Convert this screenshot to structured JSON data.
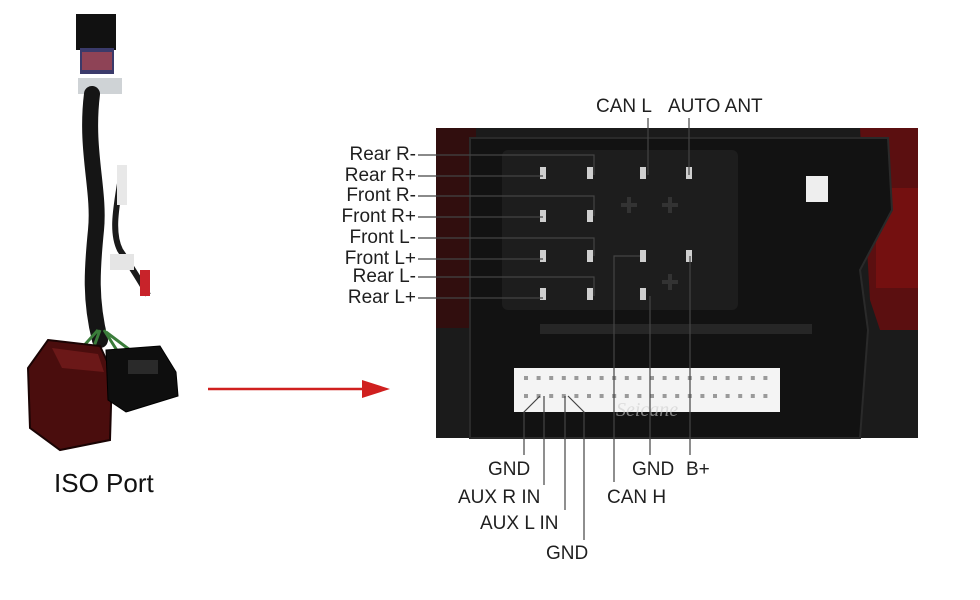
{
  "caption": "ISO Port",
  "watermark": "Seicane",
  "labels": {
    "top": [
      "CAN L",
      "AUTO ANT"
    ],
    "left": [
      "Rear R-",
      "Rear R+",
      "Front R-",
      "Front R+",
      "Front L-",
      "Front L+",
      "Rear L-",
      "Rear L+"
    ],
    "bottom": [
      "GND",
      "AUX R IN",
      "AUX L IN",
      "GND",
      "CAN H",
      "GND",
      "B+"
    ]
  },
  "colors": {
    "arrow": "#d0201f",
    "leader_line": "#444444",
    "connector_body": "#161616",
    "connector_red": "#7a1010",
    "terminal": "#cfcfcf",
    "port_block": "#f4f4f4"
  }
}
